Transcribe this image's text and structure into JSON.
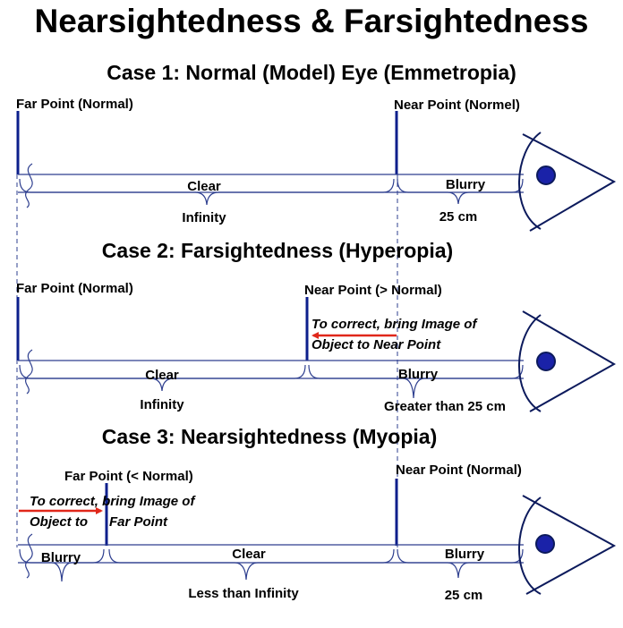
{
  "title": "Nearsightedness & Farsightedness",
  "cases": [
    {
      "title": "Case 1: Normal (Model)  Eye (Emmetropia)",
      "far_point": "Far Point (Normal)",
      "near_point": "Near Point (Normel)",
      "range_left": "Clear",
      "range_left_distance": "Infinity",
      "range_right": "Blurry",
      "range_right_distance": "25 cm"
    },
    {
      "title": "Case 2: Farsightedness (Hyperopia)",
      "far_point": "Far Point (Normal)",
      "near_point": "Near Point (> Normal)",
      "note_line1": "To correct, bring Image of",
      "note_line2": "Object to Near Point",
      "range_left": "Clear",
      "range_left_distance": "Infinity",
      "range_right": "Blurry",
      "range_right_distance": "Greater than 25 cm"
    },
    {
      "title": "Case 3: Nearsightedness (Myopia)",
      "far_point": "Far Point (< Normal)",
      "near_point": "Near Point (Normal)",
      "note_line1": "To correct, bring Image of",
      "note_line2a": "Object to",
      "note_line2b": "Far Point",
      "range_far": "Blurry",
      "range_left": "Clear",
      "range_left_distance": "Less than Infinity",
      "range_right": "Blurry",
      "range_right_distance": "25 cm"
    }
  ],
  "colors": {
    "axis": "#2e3f8f",
    "point_marker": "#0c1f8c",
    "arrow": "#e0271a",
    "pupil": "#1a22a8"
  }
}
